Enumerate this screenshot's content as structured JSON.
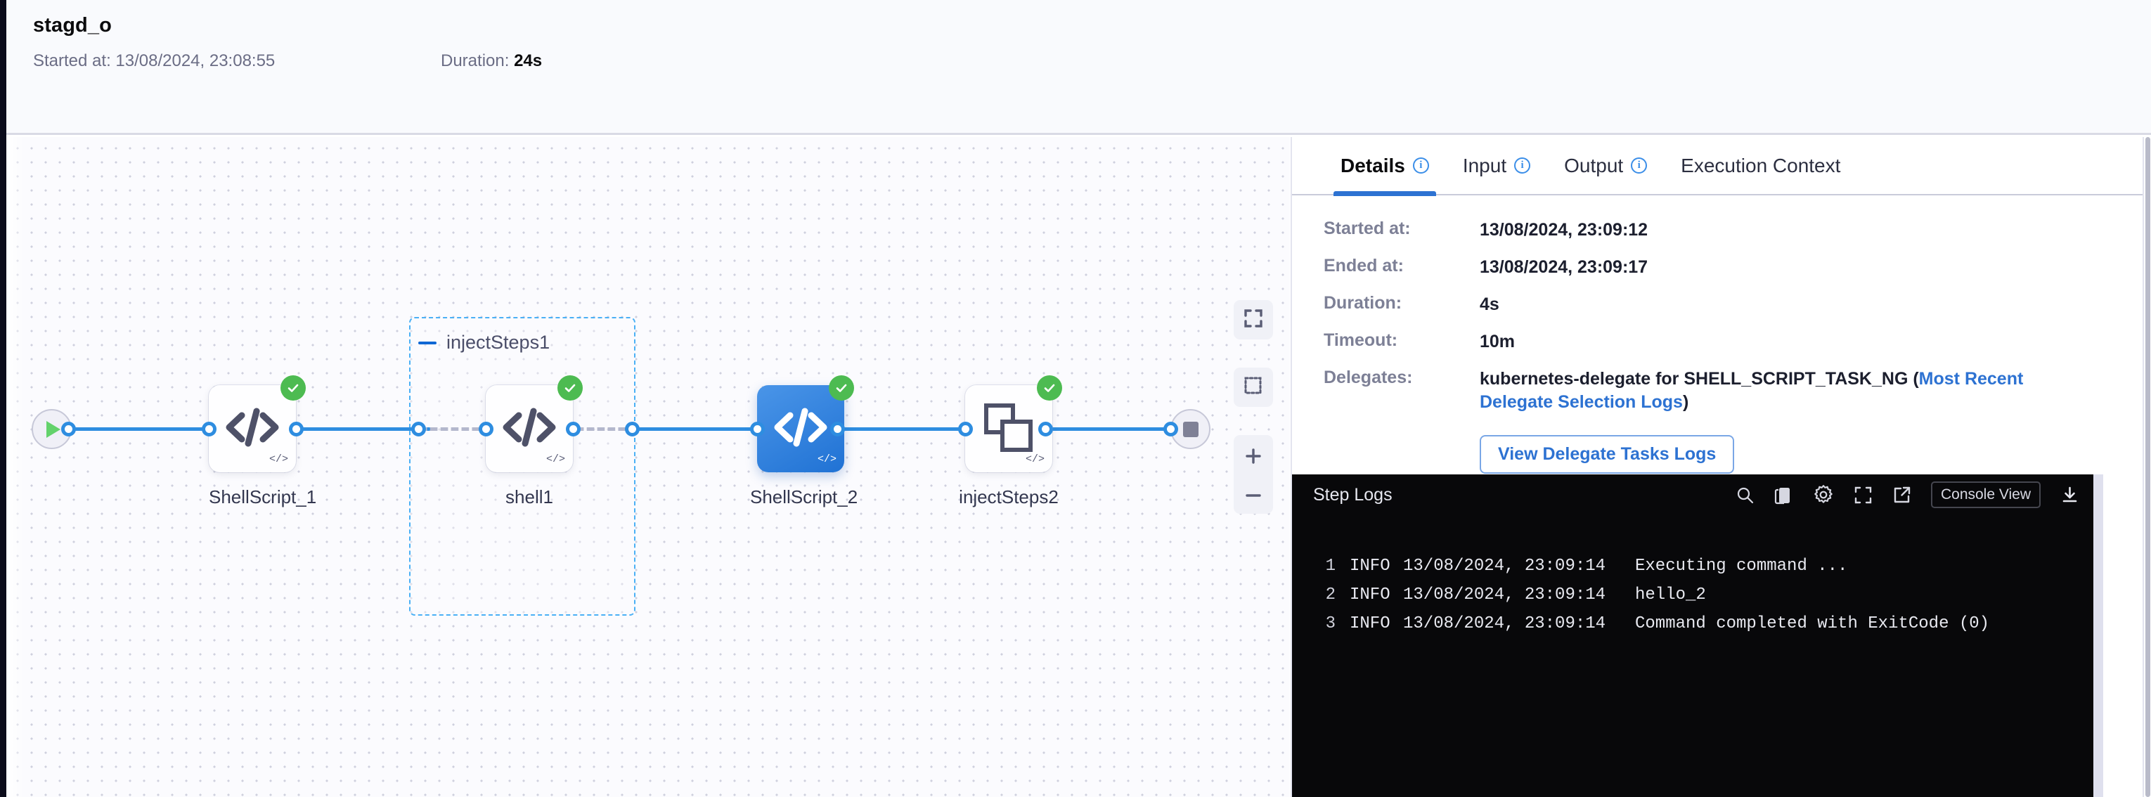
{
  "header": {
    "title": "stagd_o",
    "started_label": "Started at:",
    "started_value": "13/08/2024, 23:08:55",
    "duration_label": "Duration:",
    "duration_value": "24s"
  },
  "graph": {
    "group": {
      "label": "injectSteps1",
      "collapse_icon": "minus-icon"
    },
    "start_node": {
      "name": "start-node",
      "icon": "play-icon"
    },
    "end_node": {
      "name": "end-node",
      "icon": "stop-icon"
    },
    "nodes": [
      {
        "label": "ShellScript_1",
        "icon": "code-icon",
        "status": "success",
        "selected": false
      },
      {
        "label": "shell1",
        "icon": "code-icon",
        "status": "success",
        "selected": false
      },
      {
        "label": "ShellScript_2",
        "icon": "code-icon",
        "status": "success",
        "selected": true
      },
      {
        "label": "injectSteps2",
        "icon": "copy-steps-icon",
        "status": "success",
        "selected": false
      }
    ],
    "controls": [
      {
        "name": "fit-to-screen-button",
        "icon": "fit-screen-icon"
      },
      {
        "name": "selection-box-button",
        "icon": "dashed-square-icon"
      },
      {
        "name": "zoom-in-button",
        "icon": "plus-icon"
      },
      {
        "name": "zoom-out-button",
        "icon": "minus-icon"
      }
    ]
  },
  "panel": {
    "tabs": [
      {
        "label": "Details",
        "info": true,
        "active": true
      },
      {
        "label": "Input",
        "info": true,
        "active": false
      },
      {
        "label": "Output",
        "info": true,
        "active": false
      },
      {
        "label": "Execution Context",
        "info": false,
        "active": false
      }
    ],
    "details": [
      {
        "label": "Started at:",
        "value": "13/08/2024, 23:09:12"
      },
      {
        "label": "Ended at:",
        "value": "13/08/2024, 23:09:17"
      },
      {
        "label": "Duration:",
        "value": "4s"
      },
      {
        "label": "Timeout:",
        "value": "10m"
      }
    ],
    "delegates": {
      "label": "Delegates:",
      "text_before": "kubernetes-delegate for SHELL_SCRIPT_TASK_NG (",
      "link": "Most Recent Delegate Selection Logs",
      "text_after": ")"
    },
    "delegate_button": "View Delegate Tasks Logs"
  },
  "logs": {
    "title": "Step Logs",
    "tools": [
      {
        "name": "search-icon"
      },
      {
        "name": "copy-icon"
      },
      {
        "name": "gear-icon"
      },
      {
        "name": "fullscreen-icon"
      },
      {
        "name": "external-link-icon"
      }
    ],
    "console_view_label": "Console View",
    "download_icon": "download-icon",
    "lines": [
      {
        "num": "1",
        "level": "INFO",
        "time": "13/08/2024, 23:09:14",
        "message": "Executing command ..."
      },
      {
        "num": "2",
        "level": "INFO",
        "time": "13/08/2024, 23:09:14",
        "message": "hello_2"
      },
      {
        "num": "3",
        "level": "INFO",
        "time": "13/08/2024, 23:09:14",
        "message": "Command completed with ExitCode (0)"
      }
    ]
  },
  "colors": {
    "accent_blue": "#2d72d2",
    "edge_blue": "#2e8de0",
    "success_green": "#4dbb51",
    "group_border": "#4ab0f5",
    "log_bg": "#08080a"
  }
}
